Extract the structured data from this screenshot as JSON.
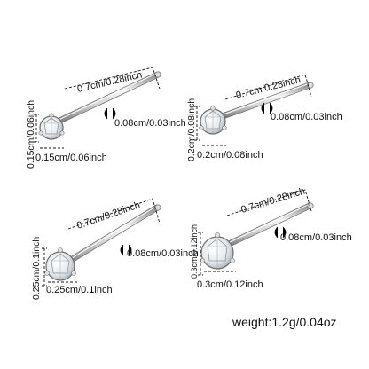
{
  "colors": {
    "background": "#ffffff",
    "metal_light": "#f4f4f4",
    "metal_dark": "#8a8a8a",
    "stone": "#e9edf0",
    "line": "#111111"
  },
  "items": [
    {
      "length_label": "0.7cm/0.28inch",
      "thickness_label": "0.08cm/0.03inch",
      "height_label": "0.15cm/0.06inch",
      "width_label": "0.15cm/0.06inch"
    },
    {
      "length_label": "0.7cm/0.28inch",
      "thickness_label": "0.08cm/0.03inch",
      "height_label": "0.2cm/0.08inch",
      "width_label": "0.2cm/0.08inch"
    },
    {
      "length_label": "0.7cm/0.28inch",
      "thickness_label": "0.08cm/0.03inch",
      "height_label": "0.25cm/0.1inch",
      "width_label": "0.25cm/0.1inch"
    },
    {
      "length_label": "0.7cm/0.28inch",
      "thickness_label": "0.08cm/0.03inch",
      "height_label": "0.3cm/0.12inch",
      "width_label": "0.3cm/0.12inch"
    }
  ],
  "weight_label": "weight:1.2g/0.04oz"
}
